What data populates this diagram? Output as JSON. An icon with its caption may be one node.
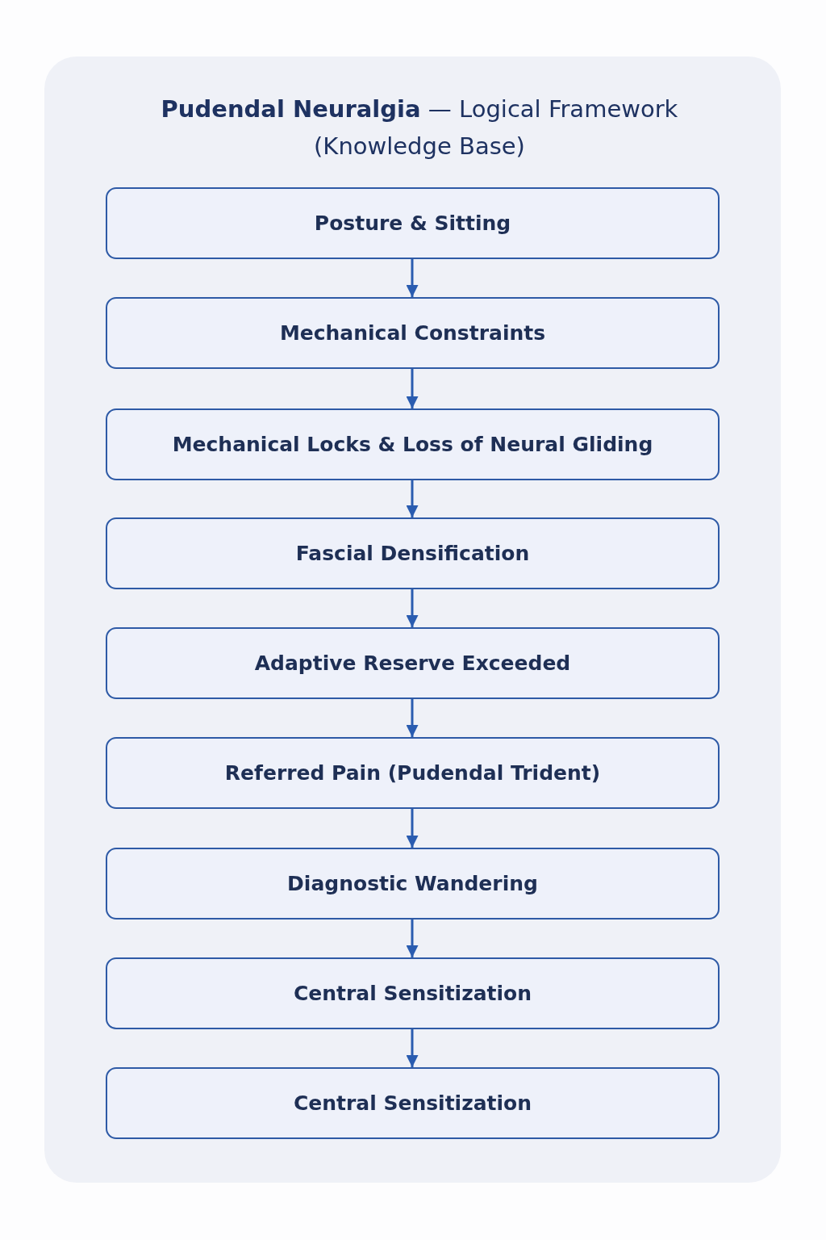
{
  "diagram": {
    "title": "**Pudendal Neuralgia** — Logical Framework (Knowledge Base)",
    "nodes": [
      {
        "text": [
          "Posture & Sitting"
        ]
      },
      {
        "text": [
          "Mechanical Constraints"
        ]
      },
      {
        "text": [
          "Mechanical Locks & Loss of Neural Gliding"
        ]
      },
      {
        "text": [
          "Fascial Densification"
        ]
      },
      {
        "text": [
          "Adaptive Reserve Exceeded"
        ]
      },
      {
        "text": [
          "Referred Pain (Pudendal Trident)"
        ]
      },
      {
        "text": [
          "Diagnostic Wandering"
        ]
      },
      {
        "text": [
          "Central Sensitization"
        ]
      },
      {
        "text": [
          "Central Sensitization"
        ]
      }
    ],
    "edges": [
      {
        "from": 0,
        "to": 1,
        "arrow": "to"
      },
      {
        "from": 1,
        "to": 2,
        "arrow": "to"
      },
      {
        "from": 2,
        "to": 3,
        "arrow": "to"
      },
      {
        "from": 3,
        "to": 4,
        "arrow": "to"
      },
      {
        "from": 4,
        "to": 5,
        "arrow": "to"
      },
      {
        "from": 5,
        "to": 6,
        "arrow": "to"
      },
      {
        "from": 6,
        "to": 7,
        "arrow": "to"
      },
      {
        "from": 7,
        "to": 8,
        "arrow": "to"
      }
    ]
  }
}
